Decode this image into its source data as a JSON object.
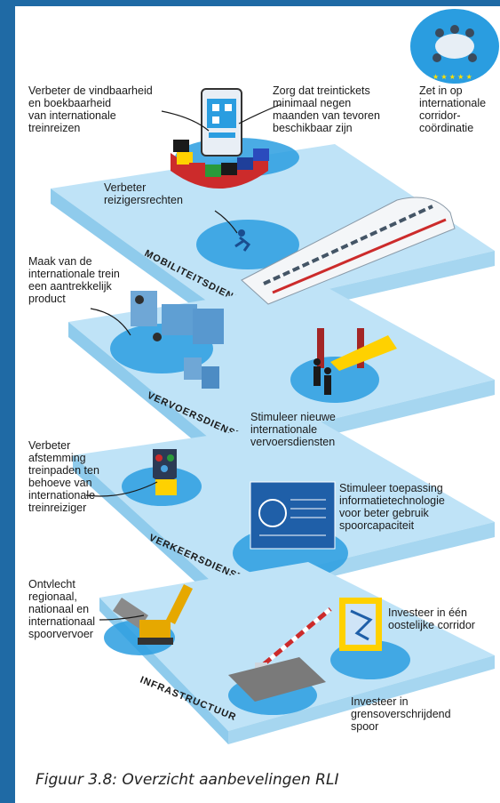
{
  "layers": {
    "mobility": "MOBILITEITSDIENSTEN",
    "transport": "VERVOERSDIENSTEN",
    "traffic": "VERKEERSDIENSTEN",
    "infrastructure": "INFRASTRUCTUUR"
  },
  "labels": {
    "findability": "Verbeter de vindbaarheid\nen boekbaarheid\nvan internationale\ntreinreizen",
    "tickets": "Zorg dat treintickets\nminimaal negen\nmaanden van tevoren\nbeschikbaar zijn",
    "corridor_coord": "Zet in op\ninternationale\ncorridor-\ncoördinatie",
    "passenger_rights": "Verbeter\nreizigersrechten",
    "attractive_train": "Maak van de\ninternationale trein\neen aantrekkelijk\nproduct",
    "new_services": "Stimuleer nieuwe\ninternationale\nvervoersdiensten",
    "align_paths": "Verbeter\nafstemming\ntreinpaden ten\nbehoeve van\ninternationale\ntreinreiziger",
    "it_capacity": "Stimuleer toepassing\ninformatietechnologie\nvoor beter gebruik\nspoorcapaciteit",
    "disentangle": "Ontvlecht\nregionaal,\nnationaal en\ninternationaal\nspoorvervoer",
    "eastern_corridor": "Investeer in één\noostelijke corridor",
    "cross_border": "Investeer in\ngrensoverschrijdend\nspoor"
  },
  "caption": "Figuur 3.8: Overzicht aanbevelingen RLI",
  "colors": {
    "frame": "#1f6aa5",
    "layer_top": "#bfe3f7",
    "layer_side": "#8fcbec",
    "highlight": "#2a9de0"
  }
}
